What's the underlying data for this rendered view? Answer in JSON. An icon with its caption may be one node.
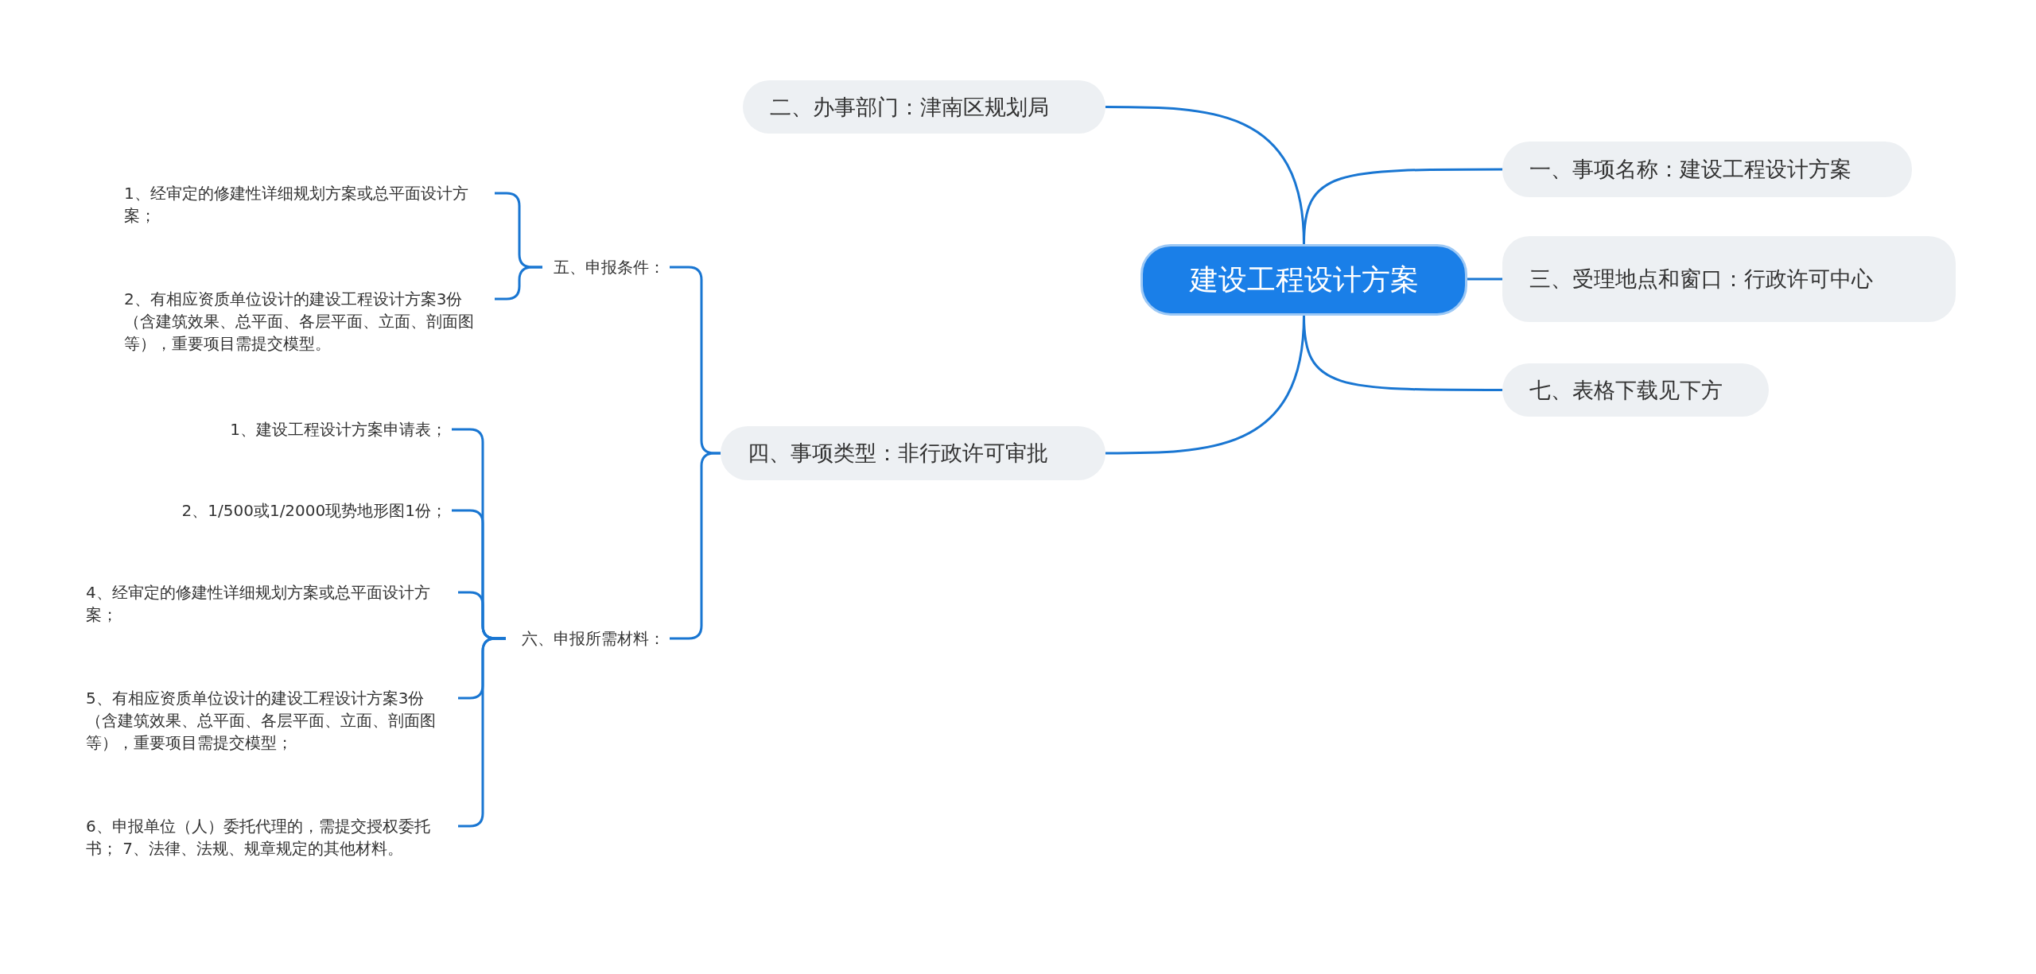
{
  "diagram": {
    "nodes": [
      {
        "text": [
          "建设工程设计方案"
        ]
      },
      {
        "text": [
          "二、办事部门：津南区规划局"
        ]
      },
      {
        "text": [
          "一、事项名称：建设工程设计方案"
        ]
      },
      {
        "text": [
          "三、受理地点和窗口：行政许可中心"
        ]
      },
      {
        "text": [
          "七、表格下载见下方"
        ]
      },
      {
        "text": [
          "四、事项类型：非行政许可审批"
        ]
      },
      {
        "text": [
          "五、申报条件："
        ]
      },
      {
        "text": [
          "六、申报所需材料："
        ]
      },
      {
        "text": [
          "1、经审定的修建性详细规划方案或总平面设计方案；"
        ]
      },
      {
        "text": [
          "2、有相应资质单位设计的建设工程设计方案3份（含建筑效果、总平面、各层平面、立面、剖面图等），重要项目需提交模型。"
        ]
      },
      {
        "text": [
          "1、建设工程设计方案申请表；"
        ]
      },
      {
        "text": [
          "2、1/500或1/2000现势地形图1份；"
        ]
      },
      {
        "text": [
          "4、经审定的修建性详细规划方案或总平面设计方案；"
        ]
      },
      {
        "text": [
          "5、有相应资质单位设计的建设工程设计方案3份（含建筑效果、总平面、各层平面、立面、剖面图等），重要项目需提交模型；"
        ]
      },
      {
        "text": [
          "6、申报单位（人）委托代理的，需提交授权委托书； 7、法律、法规、规章规定的其他材料。"
        ]
      }
    ],
    "edges": [
      {
        "from": 0,
        "to": 1,
        "arrow": "none"
      },
      {
        "from": 0,
        "to": 2,
        "arrow": "none"
      },
      {
        "from": 0,
        "to": 3,
        "arrow": "none"
      },
      {
        "from": 0,
        "to": 4,
        "arrow": "none"
      },
      {
        "from": 0,
        "to": 5,
        "arrow": "none"
      },
      {
        "from": 5,
        "to": 6,
        "arrow": "none"
      },
      {
        "from": 5,
        "to": 7,
        "arrow": "none"
      },
      {
        "from": 6,
        "to": 8,
        "arrow": "none"
      },
      {
        "from": 6,
        "to": 9,
        "arrow": "none"
      },
      {
        "from": 7,
        "to": 10,
        "arrow": "none"
      },
      {
        "from": 7,
        "to": 11,
        "arrow": "none"
      },
      {
        "from": 7,
        "to": 12,
        "arrow": "none"
      },
      {
        "from": 7,
        "to": 13,
        "arrow": "none"
      },
      {
        "from": 7,
        "to": 14,
        "arrow": "none"
      }
    ]
  }
}
